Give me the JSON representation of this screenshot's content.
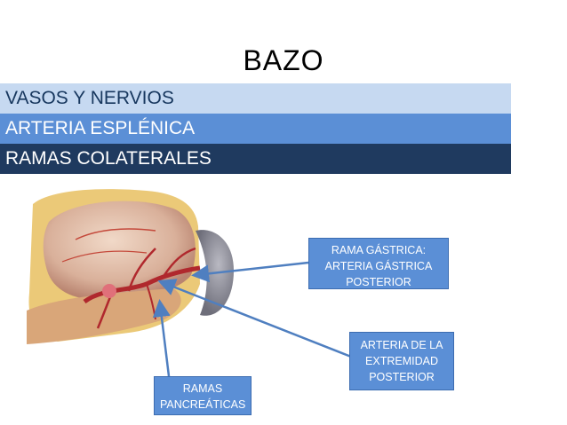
{
  "title": "BAZO",
  "bands": {
    "vasos": "VASOS Y NERVIOS",
    "arteria": "ARTERIA ESPLÉNICA",
    "ramas": "RAMAS COLATERALES"
  },
  "callouts": {
    "gastrica": {
      "line1": "RAMA GÁSTRICA:",
      "line2": "ARTERIA GÁSTRICA",
      "line3": "POSTERIOR"
    },
    "extremidad": {
      "line1": "ARTERIA DE LA",
      "line2": "EXTREMIDAD",
      "line3": "POSTERIOR"
    },
    "pancreaticas": {
      "line1": "RAMAS",
      "line2": "PANCREÁTICAS"
    }
  },
  "colors": {
    "band_light": "#c6d9f1",
    "band_mid": "#5b8fd6",
    "band_dark": "#1f3a5f",
    "arrow": "#4f7fc0"
  }
}
